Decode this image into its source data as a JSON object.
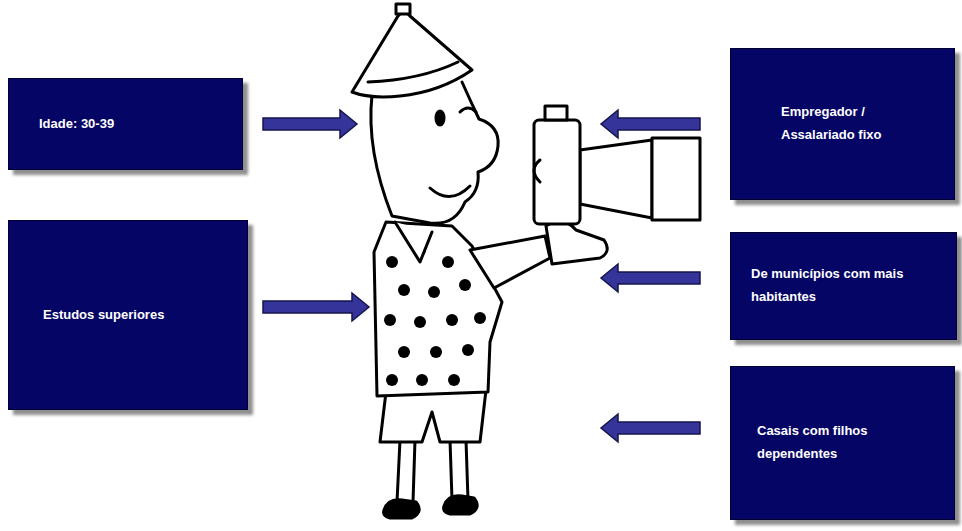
{
  "diagram": {
    "nodes": [
      {
        "text": [
          "Idade: 30-39"
        ]
      },
      {
        "text": [
          "Empregador / Assalariado fixo"
        ]
      },
      {
        "text": [
          "Estudos superiores"
        ]
      },
      {
        "text": [
          "De municípios com mais habitantes"
        ]
      },
      {
        "text": [
          "Casais com filhos dependentes"
        ]
      }
    ]
  }
}
